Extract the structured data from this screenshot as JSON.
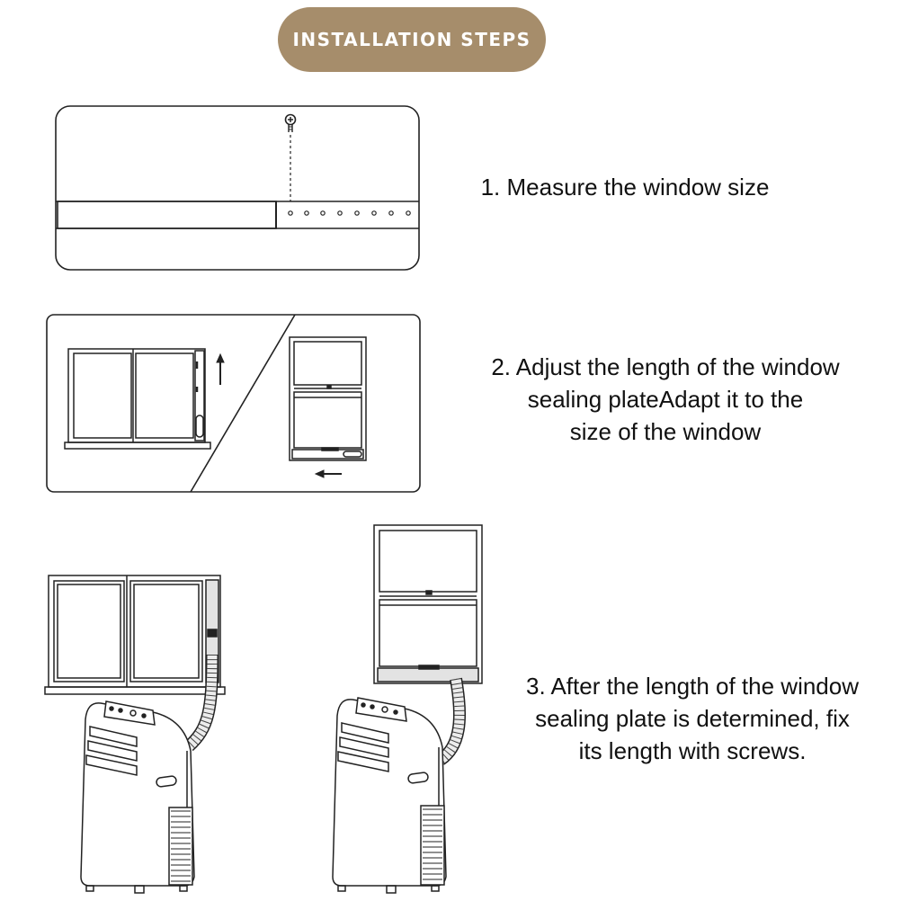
{
  "header": {
    "title": "INSTALLATION STEPS"
  },
  "steps": [
    {
      "lines": [
        "1. Measure the window size"
      ]
    },
    {
      "lines": [
        "2. Adjust the length of the window",
        "sealing plateAdapt it to the",
        "size of the window"
      ]
    },
    {
      "lines": [
        "3. After the length of the window",
        "sealing plate is determined, fix",
        "its length with screws."
      ]
    }
  ],
  "colors": {
    "title_pill": "#a68d6b",
    "title_text": "#ffffff",
    "line": "#222222"
  },
  "icons": [
    "screw-icon",
    "arrow-up-icon",
    "arrow-left-icon"
  ]
}
